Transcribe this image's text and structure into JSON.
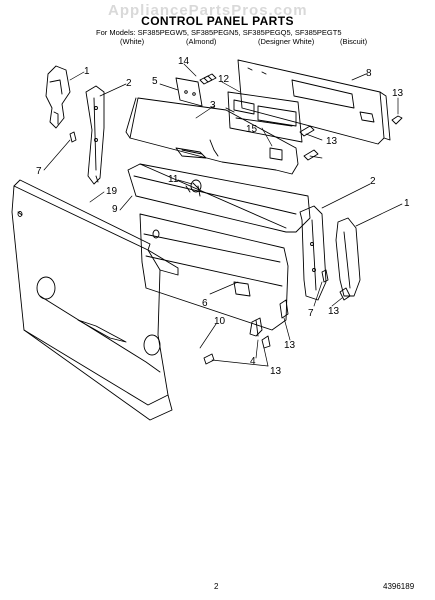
{
  "watermark": "AppliancePartsPros.com",
  "title": "CONTROL PANEL PARTS",
  "models": {
    "line1": "For Models: SF385PEGW5, SF385PEGN5, SF385PEGQ5, SF385PEGT5",
    "variants": [
      "(White)",
      "(Almond)",
      "(Designer White)",
      "(Biscuit)"
    ]
  },
  "callouts": {
    "c1a": "1",
    "c2a": "2",
    "c5": "5",
    "c14": "14",
    "c3": "3",
    "c12": "12",
    "c8": "8",
    "c13a": "13",
    "c15": "15",
    "c13b": "13",
    "c7a": "7",
    "c11": "11",
    "c19": "19",
    "c9": "9",
    "c2b": "2",
    "c1b": "1",
    "c6": "6",
    "c7b": "7",
    "c13c": "13",
    "c10": "10",
    "c13d": "13",
    "c4": "4",
    "c13e": "13"
  },
  "footer": {
    "page": "2",
    "doc": "4396189"
  }
}
